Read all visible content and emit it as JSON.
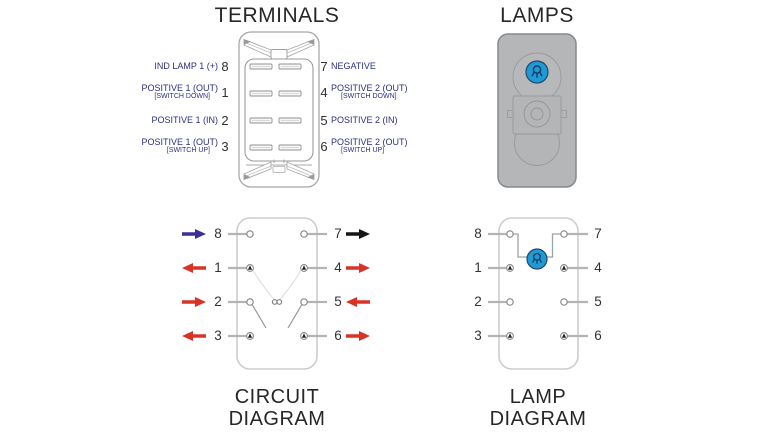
{
  "colors": {
    "arrow_red": "#d83327",
    "arrow_purple": "#3e2f96",
    "arrow_black": "#161616",
    "label_navy": "#2b2f80",
    "title_black": "#272727",
    "lamp_blue": "#2099d4",
    "bulb_dark": "#12375a",
    "actuator_gray": "#b5b6b8",
    "outline_gray": "#cdcdcd",
    "stub_gray": "#b4b4b4"
  },
  "icons": {
    "indicator_lamp": "bulb-icon",
    "pivot_contacts": "infinity-circles-icon",
    "mounting_clips": "switch-clip-icon"
  },
  "sections": {
    "terminals": {
      "title": "TERMINALS",
      "left_rows": [
        {
          "num": "8",
          "label": "IND LAMP 1 (+)",
          "sub": ""
        },
        {
          "num": "1",
          "label": "POSITIVE 1 (OUT)",
          "sub": "[SWITCH DOWN]"
        },
        {
          "num": "2",
          "label": "POSITIVE 1 (IN)",
          "sub": ""
        },
        {
          "num": "3",
          "label": "POSITIVE 1 (OUT)",
          "sub": "[SWITCH UP]"
        }
      ],
      "right_rows": [
        {
          "num": "7",
          "label": "NEGATIVE",
          "sub": ""
        },
        {
          "num": "4",
          "label": "POSITIVE 2 (OUT)",
          "sub": "[SWITCH DOWN]"
        },
        {
          "num": "5",
          "label": "POSITIVE 2 (IN)",
          "sub": ""
        },
        {
          "num": "6",
          "label": "POSITIVE 2 (OUT)",
          "sub": "[SWITCH UP]"
        }
      ]
    },
    "lamps": {
      "title": "LAMPS"
    },
    "circuit": {
      "title_line1": "CIRCUIT",
      "title_line2": "DIAGRAM",
      "left_terminals": [
        {
          "num": "8",
          "arrow_dir": "right",
          "arrow_color": "purple"
        },
        {
          "num": "1",
          "arrow_dir": "left",
          "arrow_color": "red"
        },
        {
          "num": "2",
          "arrow_dir": "right",
          "arrow_color": "red"
        },
        {
          "num": "3",
          "arrow_dir": "left",
          "arrow_color": "red"
        }
      ],
      "right_terminals": [
        {
          "num": "7",
          "arrow_dir": "right",
          "arrow_color": "black"
        },
        {
          "num": "4",
          "arrow_dir": "right",
          "arrow_color": "red"
        },
        {
          "num": "5",
          "arrow_dir": "left",
          "arrow_color": "red"
        },
        {
          "num": "6",
          "arrow_dir": "right",
          "arrow_color": "red"
        }
      ]
    },
    "lamp_diagram": {
      "title_line1": "LAMP",
      "title_line2": "DIAGRAM",
      "left_numbers": [
        "8",
        "1",
        "2",
        "3"
      ],
      "right_numbers": [
        "7",
        "4",
        "5",
        "6"
      ]
    }
  }
}
